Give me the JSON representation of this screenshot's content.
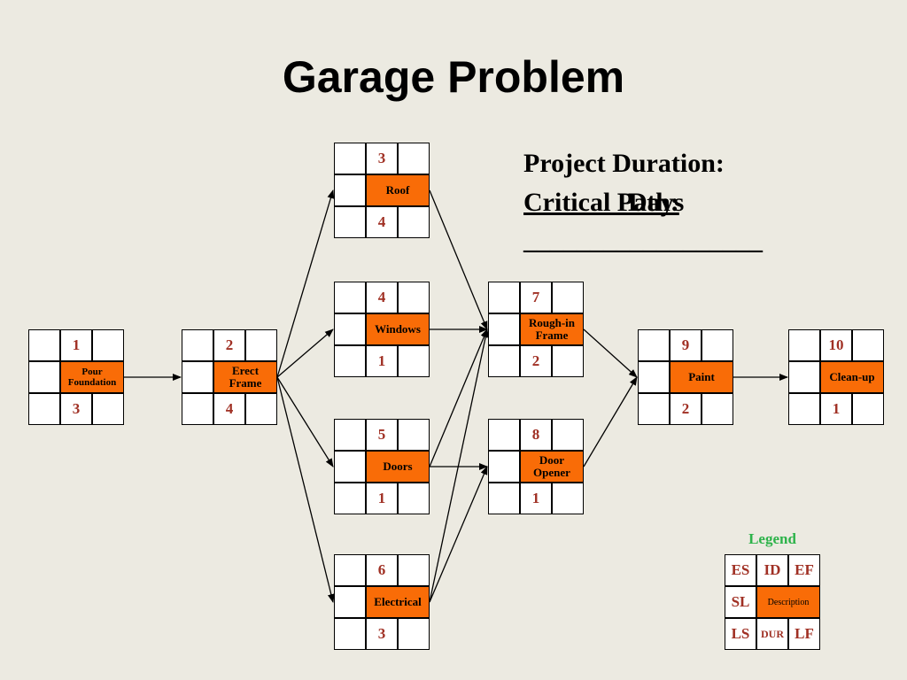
{
  "title": "Garage Problem",
  "info": {
    "project_duration": "Project Duration:",
    "days_overlap": "Days",
    "critical_path": "Critical Path:",
    "blank_line": "__________________"
  },
  "legend": {
    "title": "Legend",
    "es": "ES",
    "id": "ID",
    "ef": "EF",
    "sl": "SL",
    "description": "Description",
    "ls": "LS",
    "dur": "DUR",
    "lf": "LF"
  },
  "nodes": [
    {
      "id": "1",
      "desc": "Pour Foundation",
      "dur": "3"
    },
    {
      "id": "2",
      "desc": "Erect Frame",
      "dur": "4"
    },
    {
      "id": "3",
      "desc": "Roof",
      "dur": "4"
    },
    {
      "id": "4",
      "desc": "Windows",
      "dur": "1"
    },
    {
      "id": "5",
      "desc": "Doors",
      "dur": "1"
    },
    {
      "id": "6",
      "desc": "Electrical",
      "dur": "3"
    },
    {
      "id": "7",
      "desc": "Rough-in Frame",
      "dur": "2"
    },
    {
      "id": "8",
      "desc": "Door Opener",
      "dur": "1"
    },
    {
      "id": "9",
      "desc": "Paint",
      "dur": "2"
    },
    {
      "id": "10",
      "desc": "Clean-up",
      "dur": "1"
    }
  ],
  "edges": [
    [
      "1",
      "2"
    ],
    [
      "2",
      "3"
    ],
    [
      "2",
      "4"
    ],
    [
      "2",
      "5"
    ],
    [
      "2",
      "6"
    ],
    [
      "3",
      "7"
    ],
    [
      "4",
      "7"
    ],
    [
      "5",
      "7"
    ],
    [
      "5",
      "8"
    ],
    [
      "6",
      "7"
    ],
    [
      "6",
      "8"
    ],
    [
      "7",
      "9"
    ],
    [
      "8",
      "9"
    ],
    [
      "9",
      "10"
    ]
  ],
  "colors": {
    "background": "#ECEAE1",
    "description_fill": "#F96C07",
    "number_text": "#A03024",
    "legend_title": "#2DB34A"
  }
}
